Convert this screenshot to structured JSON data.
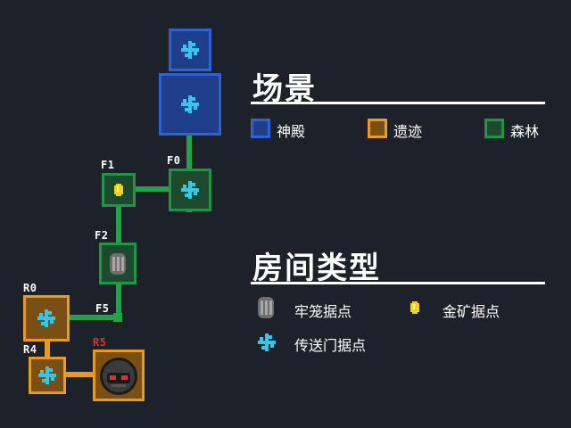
{
  "colors": {
    "background": "#1d2129",
    "corridor": "#22a34a",
    "temple_fill": "#1f3f8c",
    "temple_border": "#2f62d0",
    "ruins_fill": "#7a4f14",
    "ruins_border": "#ea9a1c",
    "forest_fill": "#1b4a2e",
    "forest_border": "#229447",
    "portal": "#35c6ec",
    "gold": "#f2d21a",
    "cage": "#8a8a8a",
    "boss_label": "#e0302a"
  },
  "map": {
    "rooms": [
      {
        "id": "temple-top",
        "label": "",
        "scene": "temple",
        "icon": "portal-icon"
      },
      {
        "id": "temple-main",
        "label": "",
        "scene": "temple",
        "icon": "portal-icon"
      },
      {
        "id": "F0",
        "label": "F0",
        "scene": "forest",
        "icon": "portal-icon"
      },
      {
        "id": "F1",
        "label": "F1",
        "scene": "forest",
        "icon": "gold-icon"
      },
      {
        "id": "F2",
        "label": "F2",
        "scene": "forest",
        "icon": "cage-icon"
      },
      {
        "id": "F5",
        "label": "F5",
        "scene": "corridor-node",
        "icon": ""
      },
      {
        "id": "R0",
        "label": "R0",
        "scene": "ruins",
        "icon": "portal-icon"
      },
      {
        "id": "R4",
        "label": "R4",
        "scene": "ruins",
        "icon": "portal-icon"
      },
      {
        "id": "R5",
        "label": "R5",
        "scene": "ruins",
        "icon": "boss-icon"
      }
    ]
  },
  "legend": {
    "scene_title": "场景",
    "scene_items": [
      {
        "label": "神殿",
        "scene": "temple"
      },
      {
        "label": "遗迹",
        "scene": "ruins"
      },
      {
        "label": "森林",
        "scene": "forest"
      }
    ],
    "room_type_title": "房间类型",
    "room_types": [
      {
        "label": "牢笼据点",
        "icon": "cage-icon"
      },
      {
        "label": "金矿据点",
        "icon": "gold-icon"
      },
      {
        "label": "传送门据点",
        "icon": "portal-icon"
      }
    ]
  }
}
